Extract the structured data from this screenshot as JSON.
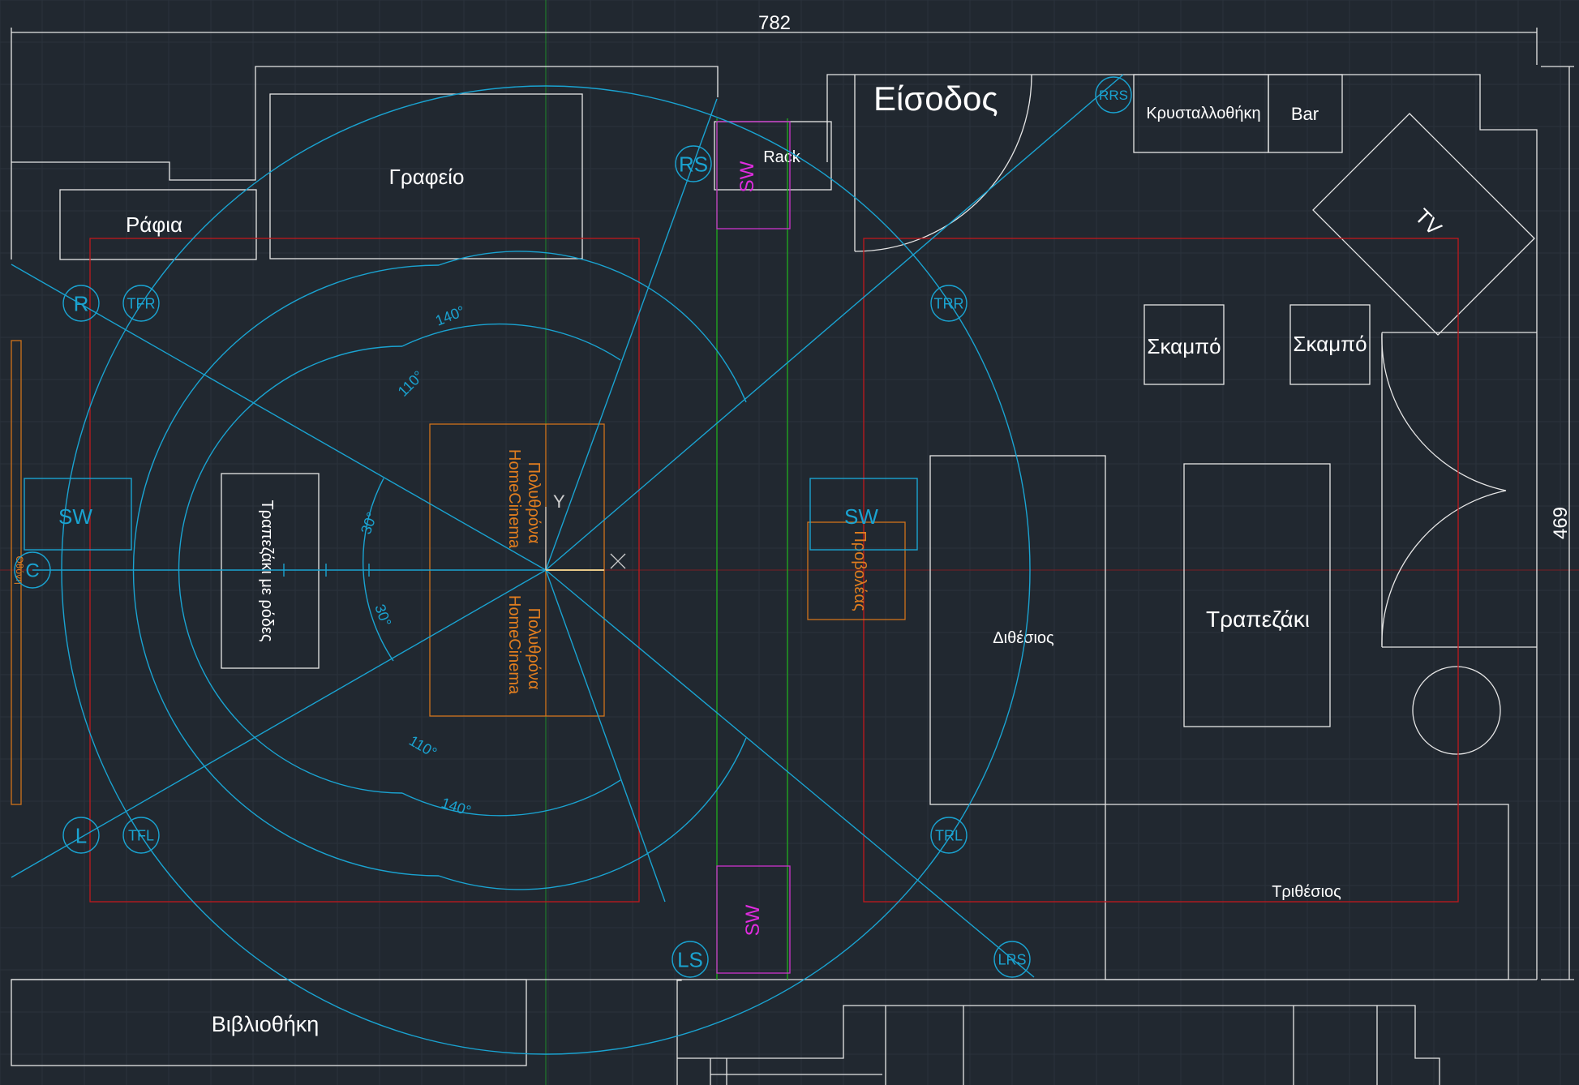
{
  "dimensions": {
    "width": "782",
    "height": "469"
  },
  "rooms": {
    "entrance": "Είσοδος",
    "office": "Γραφείο",
    "shelves": "Ράφια",
    "rack": "Rack",
    "glass_cabinet": "Κρυσταλλοθήκη",
    "bar": "Bar",
    "tv": "TV",
    "stool_1": "Σκαμπό",
    "stool_2": "Σκαμπό",
    "coffee_table_drawer": "Τραπεζάκι με ρόδες",
    "seat_top": [
      "Πολυθρόνα",
      "HomeCinema"
    ],
    "seat_bottom": [
      "Πολυθρόνα",
      "HomeCinema"
    ],
    "two_seater": "Διθέσιος",
    "table": "Τραπεζάκι",
    "three_seater": "Τριθέσιος",
    "library": "Βιβλιοθήκη",
    "ottoman": "Προβολέας",
    "screen": "Οθόνη"
  },
  "speakers": {
    "R": "R",
    "TFR": "TFR",
    "RS": "RS",
    "RRS": "RRS",
    "TRR": "TRR",
    "C": "C",
    "L": "L",
    "TFL": "TFL",
    "LS": "LS",
    "LRS": "LRS",
    "TRL": "TRL",
    "SW_left": "SW",
    "SW_mid": "SW",
    "SW_top": "SW",
    "SW_bottom": "SW"
  },
  "angles": {
    "a140_top": "140°",
    "a110_top": "110°",
    "a30_top": "30°",
    "a30_bottom": "30°",
    "a110_bottom": "110°",
    "a140_bottom": "140°"
  },
  "axes": {
    "y": "Y"
  },
  "colors": {
    "background": "#212830",
    "walls": "#e6e6e6",
    "speaker_layout": "#1aa3d1",
    "zones": "#c0181d",
    "furniture_seats": "#d0731c",
    "subwoofers": "#cc33cc"
  }
}
